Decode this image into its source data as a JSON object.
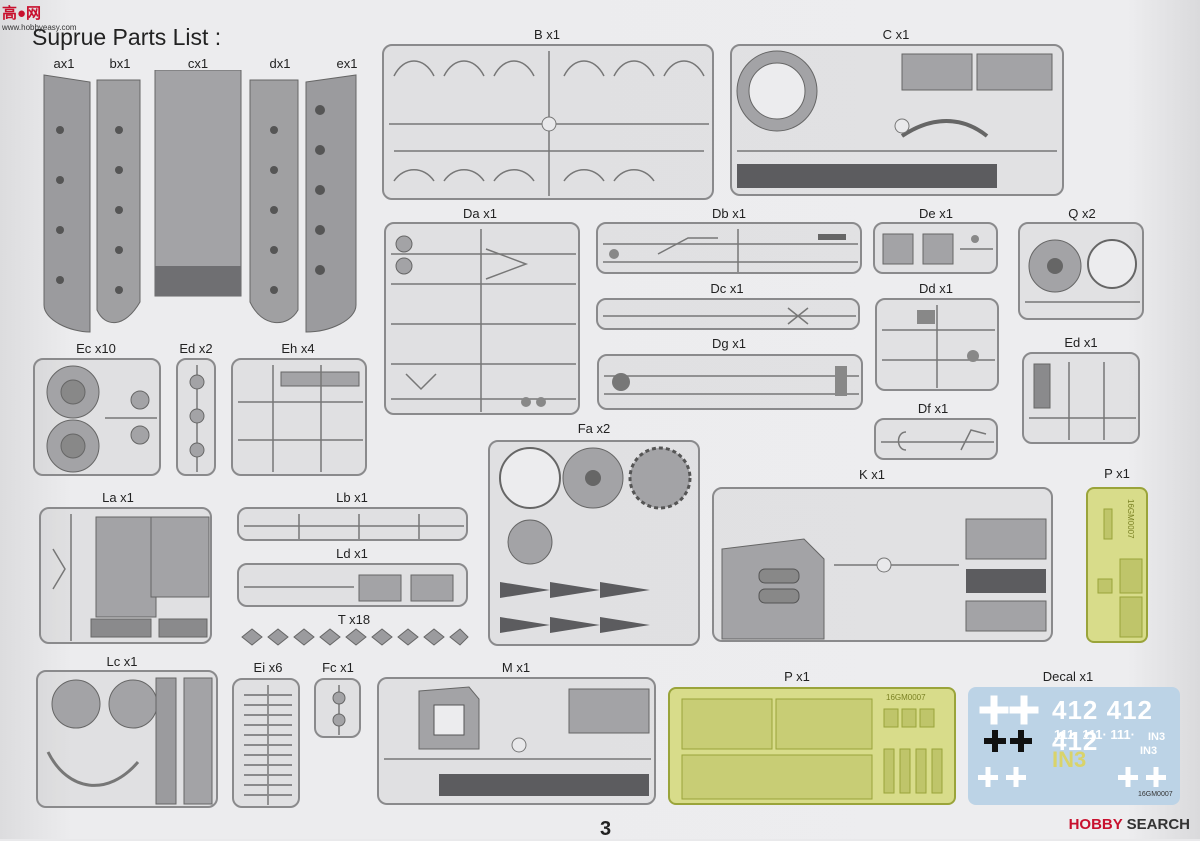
{
  "watermark_top": {
    "site": "高●网",
    "domain": "www.hobbyeasy.com"
  },
  "title": "Suprue Parts List :",
  "sprues": {
    "ax1": "ax1",
    "bx1": "bx1",
    "cx1": "cx1",
    "dx1": "dx1",
    "ex1": "ex1",
    "B": "B x1",
    "C": "C x1",
    "Da": "Da x1",
    "Db": "Db x1",
    "De": "De x1",
    "Q": "Q x2",
    "Dc": "Dc x1",
    "Dd": "Dd x1",
    "Dg": "Dg x1",
    "Ec": "Ec x10",
    "Ed2": "Ed x2",
    "Eh": "Eh x4",
    "Ed1": "Ed x1",
    "Df": "Df x1",
    "Fa": "Fa x2",
    "K": "K x1",
    "P1": "P x1",
    "La": "La x1",
    "Lb": "Lb x1",
    "Ld": "Ld x1",
    "T": "T x18",
    "Lc": "Lc x1",
    "Ei": "Ei x6",
    "Fc": "Fc x1",
    "M": "M x1",
    "P2": "P x1",
    "Decal": "Decal  x1"
  },
  "codes": {
    "pe_small": "16GM0007",
    "pe_large": "16GM0007",
    "decal": "16GM0007"
  },
  "decal_text": {
    "big": "412 412 412",
    "mid": "111· 111· 111·",
    "in3a": "IN3",
    "in3b": "IN3",
    "in3c": "IN3"
  },
  "page_number": "3",
  "watermark_bottom": {
    "brand": "HOBBY",
    "rest": "SEARCH"
  }
}
